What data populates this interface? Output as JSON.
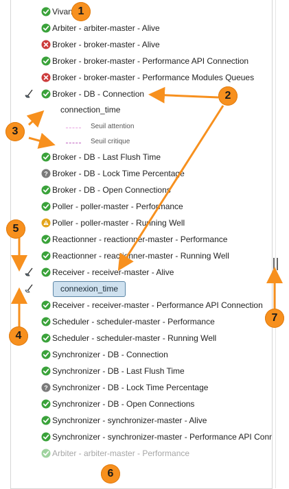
{
  "items": [
    {
      "label": "Vivant",
      "status": "ok"
    },
    {
      "label": "Arbiter - arbiter-master - Alive",
      "status": "ok"
    },
    {
      "label": "Broker - broker-master - Alive",
      "status": "critical"
    },
    {
      "label": "Broker - broker-master - Performance API Connection",
      "status": "ok"
    },
    {
      "label": "Broker - broker-master - Performance Modules Queues",
      "status": "critical"
    },
    {
      "label": "Broker - DB - Connection",
      "status": "ok"
    },
    {
      "label": "Broker - DB - Last Flush Time",
      "status": "ok"
    },
    {
      "label": "Broker - DB - Lock Time Percentage",
      "status": "unknown"
    },
    {
      "label": "Broker - DB - Open Connections",
      "status": "ok"
    },
    {
      "label": "Poller - poller-master - Performance",
      "status": "ok"
    },
    {
      "label": "Poller - poller-master - Running Well",
      "status": "warning"
    },
    {
      "label": "Reactionner - reactionner-master - Performance",
      "status": "ok"
    },
    {
      "label": "Reactionner - reactionner-master - Running Well",
      "status": "ok"
    },
    {
      "label": "Receiver - receiver-master - Alive",
      "status": "ok"
    },
    {
      "label": "Receiver - receiver-master - Performance API Connection",
      "status": "ok"
    },
    {
      "label": "Scheduler - scheduler-master - Performance",
      "status": "ok"
    },
    {
      "label": "Scheduler - scheduler-master - Running Well",
      "status": "ok"
    },
    {
      "label": "Synchronizer - DB - Connection",
      "status": "ok"
    },
    {
      "label": "Synchronizer - DB - Last Flush Time",
      "status": "ok"
    },
    {
      "label": "Synchronizer - DB - Lock Time Percentage",
      "status": "unknown"
    },
    {
      "label": "Synchronizer - DB - Open Connections",
      "status": "ok"
    },
    {
      "label": "Synchronizer - synchronizer-master - Alive",
      "status": "ok"
    },
    {
      "label": "Synchronizer - synchronizer-master - Performance API Connection",
      "status": "ok"
    },
    {
      "label": "Arbiter - arbiter-master - Performance",
      "status": "ok-dim"
    }
  ],
  "metric_expanded": {
    "title": "connection_time",
    "legend": [
      {
        "label": "Seuil attention",
        "color": "#e7a0e0"
      },
      {
        "label": "Seuil critique",
        "color": "#c060c0"
      }
    ]
  },
  "metric_pill": {
    "label": "connexion_time"
  },
  "annotations": [
    "1",
    "2",
    "3",
    "4",
    "5",
    "6",
    "7"
  ],
  "colors": {
    "ok": "#3aa23a",
    "critical": "#cc3b3b",
    "unknown": "#7a7a7a",
    "warning": "#e3a51c",
    "annotation": "#f7901e"
  }
}
